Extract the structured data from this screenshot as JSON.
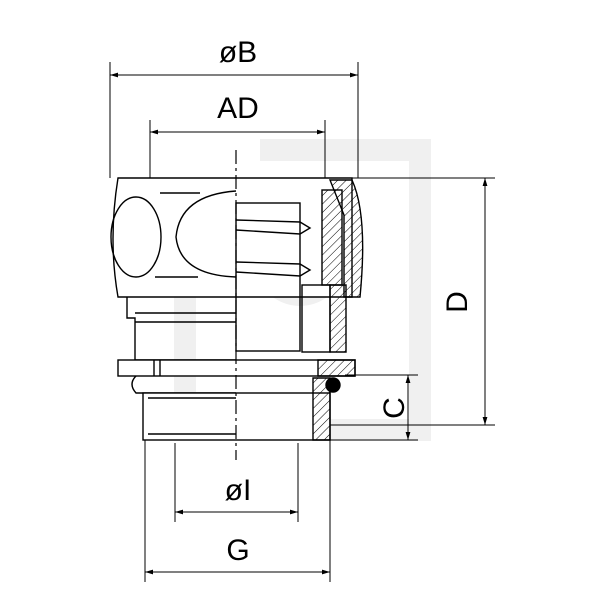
{
  "drawing": {
    "dimensions": {
      "outer_diameter": "øB",
      "across_flats": "AD",
      "overall_height": "D",
      "thread_length": "C",
      "inner_diameter": "øI",
      "thread": "G"
    },
    "colors": {
      "line": "#000000",
      "watermark": "#f0f0f0"
    }
  }
}
